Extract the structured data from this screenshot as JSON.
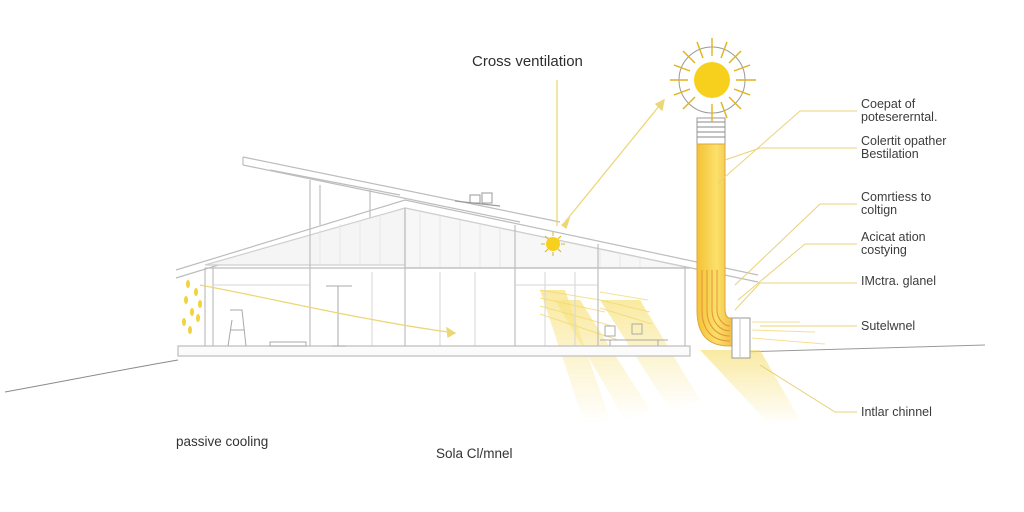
{
  "labels": {
    "title": "Cross ventilation",
    "passive": "passive cooling",
    "solar": "Sola Cl/mnel"
  },
  "callouts": [
    {
      "line1": "Coepat of",
      "line2": "potesererntal."
    },
    {
      "line1": "Colertit opather",
      "line2": "Bestilation"
    },
    {
      "line1": "Comrtiess to",
      "line2": "coltign"
    },
    {
      "line1": "Acicat ation",
      "line2": "costying"
    },
    {
      "line1": "IMctra. glanel",
      "line2": ""
    },
    {
      "line1": "Sutelwnel",
      "line2": ""
    },
    {
      "line1": "Intlar chinnel",
      "line2": ""
    }
  ],
  "colors": {
    "line": "#bdbdbd",
    "line_dark": "#8f8f8f",
    "sun": "#f7d01e",
    "sun_ray": "#e8b91a",
    "chimney": "#f6cf3c",
    "chimney_edge": "#e2a93a",
    "callout": "#e7d27a",
    "arrow": "#ead66a"
  }
}
